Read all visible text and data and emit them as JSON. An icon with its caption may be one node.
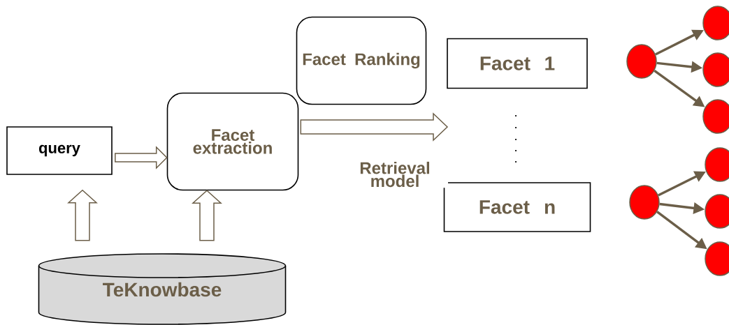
{
  "diagram": {
    "nodes": [
      {
        "text": [
          "query"
        ]
      },
      {
        "text": [
          "Facet extraction"
        ]
      },
      {
        "text": [
          "Facet Ranking"
        ]
      },
      {
        "text": [
          "Facet 1"
        ]
      },
      {
        "text": [
          "Facet n"
        ]
      },
      {
        "text": [
          "TeKnowbase"
        ]
      },
      {
        "text": [],
        "shape": "circle"
      },
      {
        "text": [],
        "shape": "circle"
      },
      {
        "text": [],
        "shape": "circle"
      },
      {
        "text": [],
        "shape": "circle"
      },
      {
        "text": [],
        "shape": "circle"
      },
      {
        "text": [],
        "shape": "circle"
      },
      {
        "text": [],
        "shape": "circle"
      },
      {
        "text": [],
        "shape": "circle"
      }
    ],
    "edges": [
      {
        "from": 0,
        "to": 1,
        "arrow": "to"
      },
      {
        "from": 5,
        "to": 0,
        "arrow": "to"
      },
      {
        "from": 5,
        "to": 1,
        "arrow": "to"
      },
      {
        "from": 1,
        "to": null,
        "arrow": "to",
        "label": "Retrieval model"
      },
      {
        "from": 6,
        "to": 7,
        "arrow": "to"
      },
      {
        "from": 6,
        "to": 8,
        "arrow": "to"
      },
      {
        "from": 6,
        "to": 9,
        "arrow": "to"
      },
      {
        "from": 10,
        "to": 11,
        "arrow": "to"
      },
      {
        "from": 10,
        "to": 12,
        "arrow": "to"
      },
      {
        "from": 10,
        "to": 13,
        "arrow": "to"
      }
    ]
  }
}
